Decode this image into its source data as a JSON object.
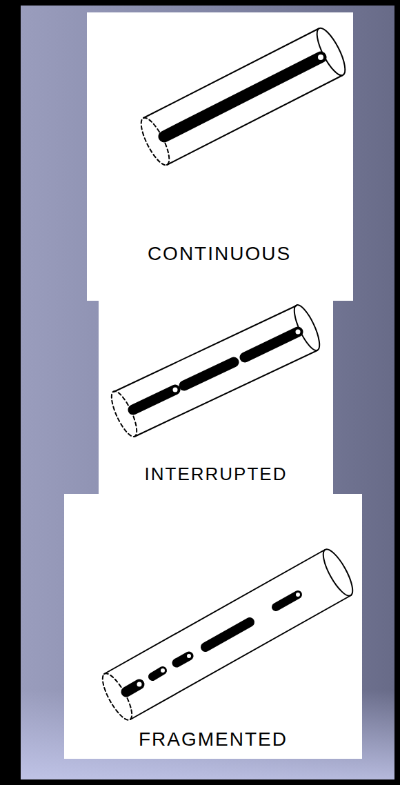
{
  "diagram": {
    "labels": [
      "CONTINUOUS",
      "INTERRUPTED",
      "FRAGMENTED"
    ]
  }
}
